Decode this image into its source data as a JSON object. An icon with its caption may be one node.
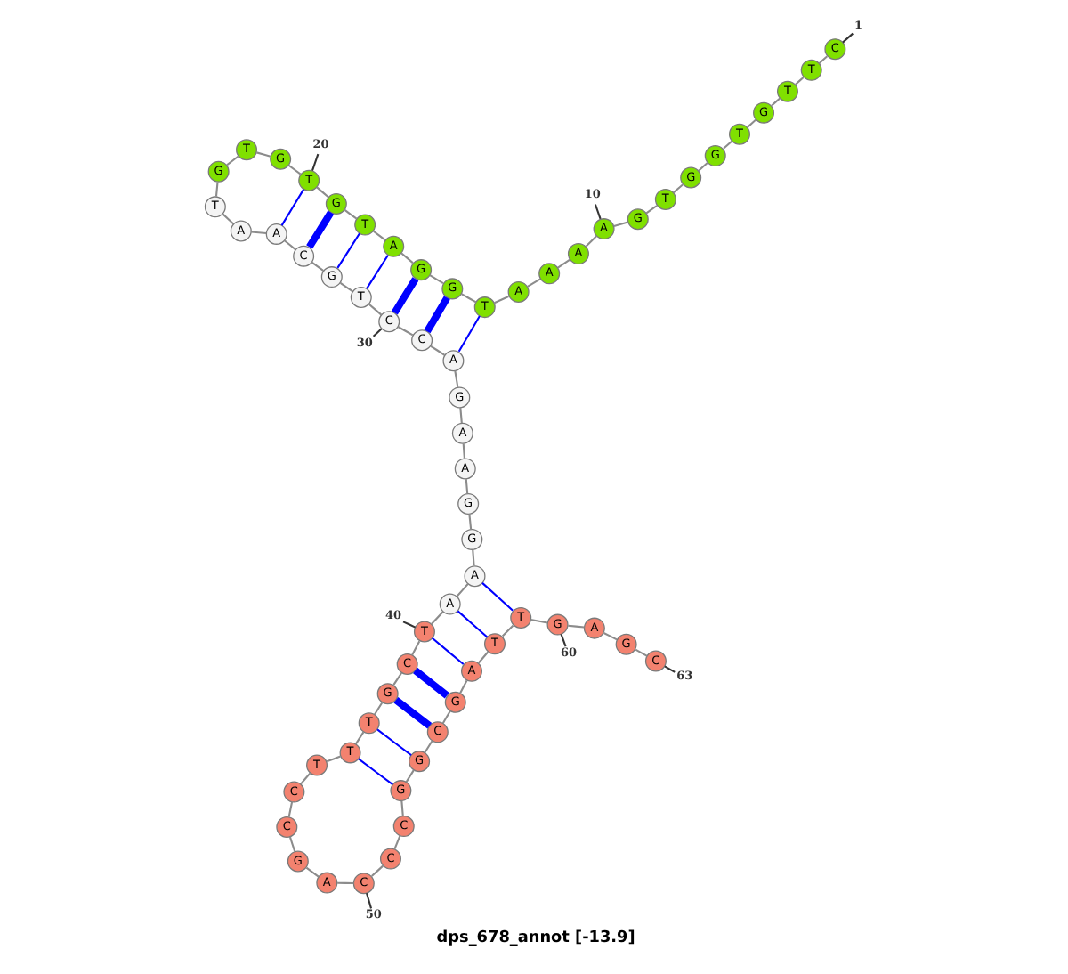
{
  "diagram": {
    "title": "dps_678_annot [-13.9]",
    "nodes": [
      {
        "text": [
          "C"
        ]
      },
      {
        "text": [
          "T"
        ]
      },
      {
        "text": [
          "T"
        ]
      },
      {
        "text": [
          "G"
        ]
      },
      {
        "text": [
          "T"
        ]
      },
      {
        "text": [
          "G"
        ]
      },
      {
        "text": [
          "G"
        ]
      },
      {
        "text": [
          "T"
        ]
      },
      {
        "text": [
          "G"
        ]
      },
      {
        "text": [
          "A"
        ]
      },
      {
        "text": [
          "A"
        ]
      },
      {
        "text": [
          "A"
        ]
      },
      {
        "text": [
          "A"
        ]
      },
      {
        "text": [
          "T"
        ]
      },
      {
        "text": [
          "G"
        ]
      },
      {
        "text": [
          "G"
        ]
      },
      {
        "text": [
          "A"
        ]
      },
      {
        "text": [
          "T"
        ]
      },
      {
        "text": [
          "G"
        ]
      },
      {
        "text": [
          "T"
        ]
      },
      {
        "text": [
          "G"
        ]
      },
      {
        "text": [
          "T"
        ]
      },
      {
        "text": [
          "G"
        ]
      },
      {
        "text": [
          "T"
        ]
      },
      {
        "text": [
          "A"
        ]
      },
      {
        "text": [
          "A"
        ]
      },
      {
        "text": [
          "C"
        ]
      },
      {
        "text": [
          "G"
        ]
      },
      {
        "text": [
          "T"
        ]
      },
      {
        "text": [
          "C"
        ]
      },
      {
        "text": [
          "C"
        ]
      },
      {
        "text": [
          "A"
        ]
      },
      {
        "text": [
          "G"
        ]
      },
      {
        "text": [
          "A"
        ]
      },
      {
        "text": [
          "A"
        ]
      },
      {
        "text": [
          "G"
        ]
      },
      {
        "text": [
          "G"
        ]
      },
      {
        "text": [
          "A"
        ]
      },
      {
        "text": [
          "A"
        ]
      },
      {
        "text": [
          "T"
        ]
      },
      {
        "text": [
          "C"
        ]
      },
      {
        "text": [
          "G"
        ]
      },
      {
        "text": [
          "T"
        ]
      },
      {
        "text": [
          "T"
        ]
      },
      {
        "text": [
          "T"
        ]
      },
      {
        "text": [
          "C"
        ]
      },
      {
        "text": [
          "C"
        ]
      },
      {
        "text": [
          "G"
        ]
      },
      {
        "text": [
          "A"
        ]
      },
      {
        "text": [
          "C"
        ]
      },
      {
        "text": [
          "C"
        ]
      },
      {
        "text": [
          "C"
        ]
      },
      {
        "text": [
          "G"
        ]
      },
      {
        "text": [
          "G"
        ]
      },
      {
        "text": [
          "C"
        ]
      },
      {
        "text": [
          "G"
        ]
      },
      {
        "text": [
          "A"
        ]
      },
      {
        "text": [
          "T"
        ]
      },
      {
        "text": [
          "T"
        ]
      },
      {
        "text": [
          "G"
        ]
      },
      {
        "text": [
          "A"
        ]
      },
      {
        "text": [
          "G"
        ]
      },
      {
        "text": [
          "C"
        ]
      },
      {
        "text": [
          "1"
        ]
      },
      {
        "text": [
          "10"
        ]
      },
      {
        "text": [
          "20"
        ]
      },
      {
        "text": [
          "30"
        ]
      },
      {
        "text": [
          "40"
        ]
      },
      {
        "text": [
          "50"
        ]
      },
      {
        "text": [
          "60"
        ]
      },
      {
        "text": [
          "63"
        ]
      }
    ],
    "edges": [
      {
        "from": 0,
        "to": 1,
        "arrow": "none"
      },
      {
        "from": 1,
        "to": 2,
        "arrow": "none"
      },
      {
        "from": 2,
        "to": 3,
        "arrow": "none"
      },
      {
        "from": 3,
        "to": 4,
        "arrow": "none"
      },
      {
        "from": 4,
        "to": 5,
        "arrow": "none"
      },
      {
        "from": 5,
        "to": 6,
        "arrow": "none"
      },
      {
        "from": 6,
        "to": 7,
        "arrow": "none"
      },
      {
        "from": 7,
        "to": 8,
        "arrow": "none"
      },
      {
        "from": 8,
        "to": 9,
        "arrow": "none"
      },
      {
        "from": 9,
        "to": 10,
        "arrow": "none"
      },
      {
        "from": 10,
        "to": 11,
        "arrow": "none"
      },
      {
        "from": 11,
        "to": 12,
        "arrow": "none"
      },
      {
        "from": 12,
        "to": 13,
        "arrow": "none"
      },
      {
        "from": 13,
        "to": 14,
        "arrow": "none"
      },
      {
        "from": 14,
        "to": 15,
        "arrow": "none"
      },
      {
        "from": 15,
        "to": 16,
        "arrow": "none"
      },
      {
        "from": 16,
        "to": 17,
        "arrow": "none"
      },
      {
        "from": 17,
        "to": 18,
        "arrow": "none"
      },
      {
        "from": 18,
        "to": 19,
        "arrow": "none"
      },
      {
        "from": 19,
        "to": 20,
        "arrow": "none"
      },
      {
        "from": 20,
        "to": 21,
        "arrow": "none"
      },
      {
        "from": 21,
        "to": 22,
        "arrow": "none"
      },
      {
        "from": 22,
        "to": 23,
        "arrow": "none"
      },
      {
        "from": 23,
        "to": 24,
        "arrow": "none"
      },
      {
        "from": 24,
        "to": 25,
        "arrow": "none"
      },
      {
        "from": 25,
        "to": 26,
        "arrow": "none"
      },
      {
        "from": 26,
        "to": 27,
        "arrow": "none"
      },
      {
        "from": 27,
        "to": 28,
        "arrow": "none"
      },
      {
        "from": 28,
        "to": 29,
        "arrow": "none"
      },
      {
        "from": 29,
        "to": 30,
        "arrow": "none"
      },
      {
        "from": 30,
        "to": 31,
        "arrow": "none"
      },
      {
        "from": 31,
        "to": 32,
        "arrow": "none"
      },
      {
        "from": 32,
        "to": 33,
        "arrow": "none"
      },
      {
        "from": 33,
        "to": 34,
        "arrow": "none"
      },
      {
        "from": 34,
        "to": 35,
        "arrow": "none"
      },
      {
        "from": 35,
        "to": 36,
        "arrow": "none"
      },
      {
        "from": 36,
        "to": 37,
        "arrow": "none"
      },
      {
        "from": 37,
        "to": 38,
        "arrow": "none"
      },
      {
        "from": 38,
        "to": 39,
        "arrow": "none"
      },
      {
        "from": 39,
        "to": 40,
        "arrow": "none"
      },
      {
        "from": 40,
        "to": 41,
        "arrow": "none"
      },
      {
        "from": 41,
        "to": 42,
        "arrow": "none"
      },
      {
        "from": 42,
        "to": 43,
        "arrow": "none"
      },
      {
        "from": 43,
        "to": 44,
        "arrow": "none"
      },
      {
        "from": 44,
        "to": 45,
        "arrow": "none"
      },
      {
        "from": 45,
        "to": 46,
        "arrow": "none"
      },
      {
        "from": 46,
        "to": 47,
        "arrow": "none"
      },
      {
        "from": 47,
        "to": 48,
        "arrow": "none"
      },
      {
        "from": 48,
        "to": 49,
        "arrow": "none"
      },
      {
        "from": 49,
        "to": 50,
        "arrow": "none"
      },
      {
        "from": 50,
        "to": 51,
        "arrow": "none"
      },
      {
        "from": 51,
        "to": 52,
        "arrow": "none"
      },
      {
        "from": 52,
        "to": 53,
        "arrow": "none"
      },
      {
        "from": 53,
        "to": 54,
        "arrow": "none"
      },
      {
        "from": 54,
        "to": 55,
        "arrow": "none"
      },
      {
        "from": 55,
        "to": 56,
        "arrow": "none"
      },
      {
        "from": 56,
        "to": 57,
        "arrow": "none"
      },
      {
        "from": 57,
        "to": 58,
        "arrow": "none"
      },
      {
        "from": 58,
        "to": 59,
        "arrow": "none"
      },
      {
        "from": 59,
        "to": 60,
        "arrow": "none"
      },
      {
        "from": 60,
        "to": 61,
        "arrow": "none"
      },
      {
        "from": 61,
        "to": 62,
        "arrow": "none"
      },
      {
        "from": 13,
        "to": 31,
        "arrow": "none",
        "color": "#0000ff"
      },
      {
        "from": 14,
        "to": 30,
        "arrow": "none",
        "style": "thick",
        "color": "#0000ff"
      },
      {
        "from": 15,
        "to": 29,
        "arrow": "none",
        "style": "thick",
        "color": "#0000ff"
      },
      {
        "from": 16,
        "to": 28,
        "arrow": "none",
        "color": "#0000ff"
      },
      {
        "from": 17,
        "to": 27,
        "arrow": "none",
        "color": "#0000ff"
      },
      {
        "from": 18,
        "to": 26,
        "arrow": "none",
        "style": "thick",
        "color": "#0000ff"
      },
      {
        "from": 19,
        "to": 25,
        "arrow": "none",
        "color": "#0000ff"
      },
      {
        "from": 37,
        "to": 58,
        "arrow": "none",
        "color": "#0000ff"
      },
      {
        "from": 38,
        "to": 57,
        "arrow": "none",
        "color": "#0000ff"
      },
      {
        "from": 39,
        "to": 56,
        "arrow": "none",
        "color": "#0000ff"
      },
      {
        "from": 40,
        "to": 55,
        "arrow": "none",
        "style": "thick",
        "color": "#0000ff"
      },
      {
        "from": 41,
        "to": 54,
        "arrow": "none",
        "style": "thick",
        "color": "#0000ff"
      },
      {
        "from": 42,
        "to": 53,
        "arrow": "none",
        "color": "#0000ff"
      },
      {
        "from": 43,
        "to": 52,
        "arrow": "none",
        "color": "#0000ff"
      },
      {
        "from": 63,
        "to": 0,
        "arrow": "none",
        "color": "#333333"
      },
      {
        "from": 64,
        "to": 9,
        "arrow": "none",
        "color": "#333333"
      },
      {
        "from": 65,
        "to": 19,
        "arrow": "none",
        "color": "#333333"
      },
      {
        "from": 66,
        "to": 29,
        "arrow": "none",
        "color": "#333333"
      },
      {
        "from": 67,
        "to": 39,
        "arrow": "none",
        "color": "#333333"
      },
      {
        "from": 68,
        "to": 49,
        "arrow": "none",
        "color": "#333333"
      },
      {
        "from": 69,
        "to": 59,
        "arrow": "none",
        "color": "#333333"
      },
      {
        "from": 70,
        "to": 62,
        "arrow": "none",
        "color": "#333333"
      }
    ]
  }
}
